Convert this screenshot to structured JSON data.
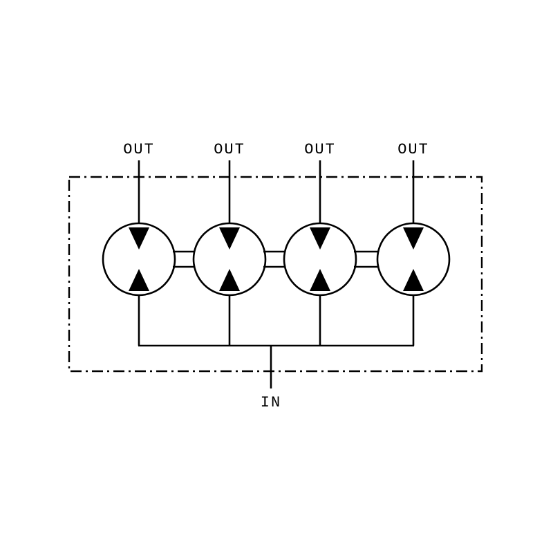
{
  "page": {
    "background_color": "#ffffff",
    "line_color": "#000000"
  },
  "diagram": {
    "type": "hydraulic-rotary-flow-divider-schematic",
    "sections": [
      {
        "label": "OUT"
      },
      {
        "label": "OUT"
      },
      {
        "label": "OUT"
      },
      {
        "label": "OUT"
      }
    ],
    "inlet": {
      "label": "IN"
    }
  }
}
